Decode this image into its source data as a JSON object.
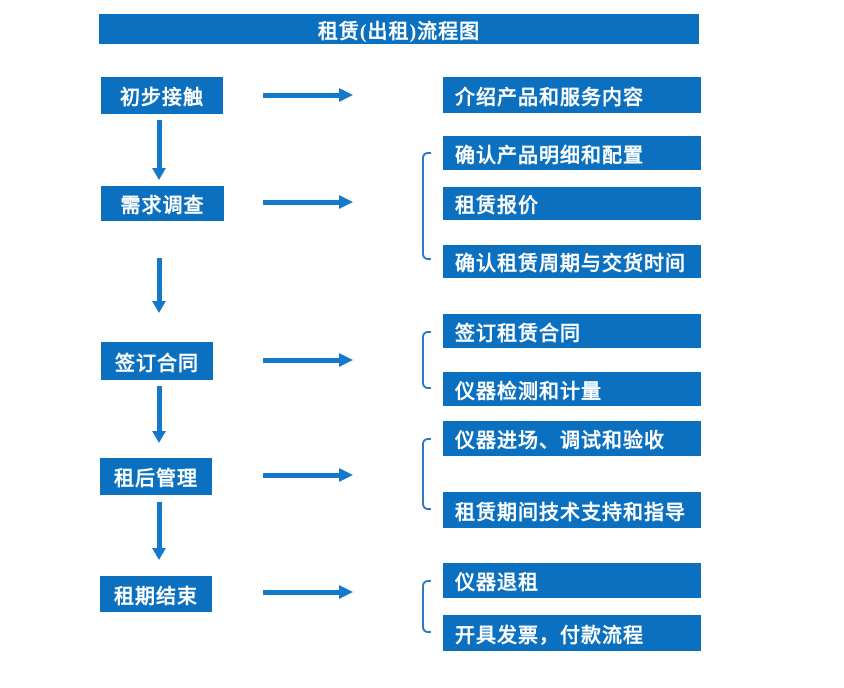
{
  "title": "租赁(出租)流程图",
  "colors": {
    "box_blue": "#0a70bf",
    "arrow_blue": "#1478cb",
    "bracket_blue": "#2e79c2",
    "text_white": "#ffffff"
  },
  "flow": {
    "steps": [
      {
        "label": "初步接触",
        "outputs": [
          "介绍产品和服务内容"
        ]
      },
      {
        "label": "需求调查",
        "outputs": [
          "确认产品明细和配置",
          "租赁报价",
          "确认租赁周期与交货时间"
        ]
      },
      {
        "label": "签订合同",
        "outputs": [
          "签订租赁合同",
          "仪器检测和计量"
        ]
      },
      {
        "label": "租后管理",
        "outputs": [
          "仪器进场、调试和验收",
          "租赁期间技术支持和指导"
        ]
      },
      {
        "label": "租期结束",
        "outputs": [
          "仪器退租",
          "开具发票，付款流程"
        ]
      }
    ]
  }
}
